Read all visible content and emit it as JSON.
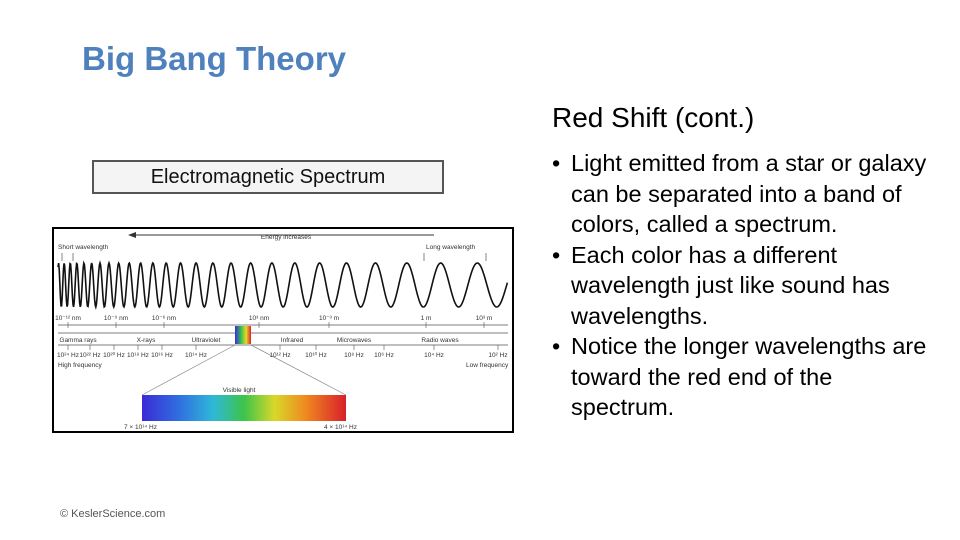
{
  "slide": {
    "title": "Big Bang Theory",
    "subtitle": "Red Shift (cont.)",
    "spectrum_caption": "Electromagnetic Spectrum",
    "footer": "© KeslerScience.com"
  },
  "bullets": [
    "Light emitted from a star or galaxy can be separated into a band of colors, called a spectrum.",
    "Each color has a different wavelength just like sound has wavelengths.",
    "Notice the longer wavelengths are toward the red end of the spectrum."
  ],
  "diagram": {
    "energy_label": "Energy increases",
    "short_wave_label": "Short wavelength",
    "long_wave_label": "Long wavelength",
    "wavelength_ticks": [
      "10⁻¹² nm",
      "10⁻⁹ nm",
      "10⁻⁶ nm",
      "10³ nm",
      "10⁻³ m",
      "1 m",
      "10³ m"
    ],
    "bands": [
      "Gamma rays",
      "X-rays",
      "Ultraviolet",
      "Infrared",
      "Microwaves",
      "Radio waves"
    ],
    "freq_ticks": [
      "10²⁴ Hz",
      "10²² Hz",
      "10²⁰ Hz",
      "10¹⁸ Hz",
      "10¹⁶ Hz",
      "10¹⁴ Hz",
      "10¹² Hz",
      "10¹⁰ Hz",
      "10⁸ Hz",
      "10⁶ Hz",
      "10⁴ Hz",
      "10² Hz"
    ],
    "high_freq_label": "High frequency",
    "low_freq_label": "Low frequency",
    "visible_label": "Visible light",
    "visible_left": "7 × 10¹⁴ Hz",
    "visible_right": "4 × 10¹⁴ Hz"
  },
  "colors": {
    "title": "#4f81bd"
  }
}
